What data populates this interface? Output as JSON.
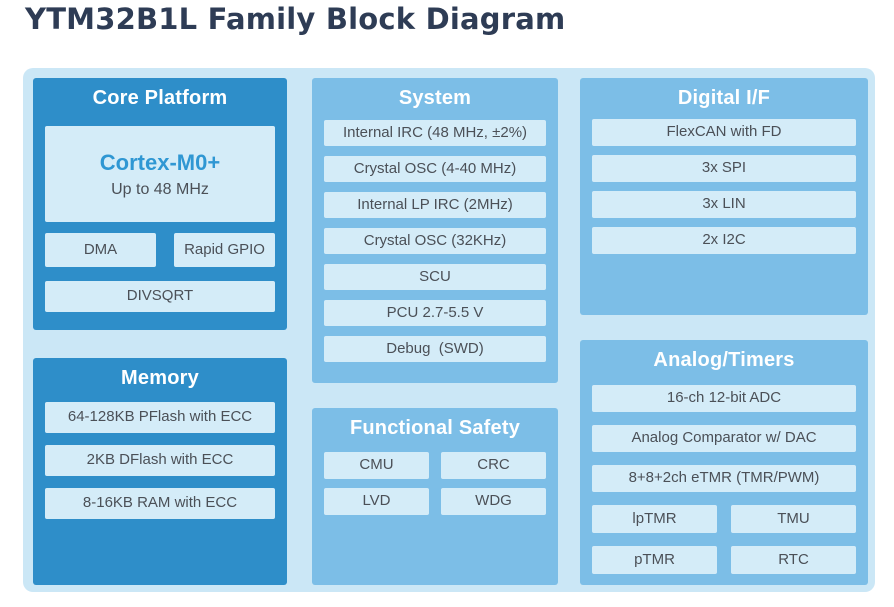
{
  "page": {
    "title": "YTM32B1L Family Block Diagram"
  },
  "colors": {
    "page_bg": "#ffffff",
    "board_bg": "#cbe7f6",
    "dark_panel": "#2e8ec9",
    "mid_panel": "#7cbee7",
    "item_bg": "#d4ecf8",
    "item_text": "#4b5057",
    "panel_title": "#ffffff",
    "heading_text": "#2e3c55",
    "cpu_accent": "#2f97d3"
  },
  "panels": {
    "core_platform": {
      "title": "Core Platform",
      "cpu_name": "Cortex-M0+",
      "cpu_subtitle": "Up to 48 MHz",
      "row_items": [
        "DMA",
        "Rapid GPIO"
      ],
      "full_items": [
        "DIVSQRT"
      ]
    },
    "memory": {
      "title": "Memory",
      "items": [
        "64-128KB PFlash with ECC",
        "2KB DFlash with ECC",
        "8-16KB RAM with ECC"
      ]
    },
    "system": {
      "title": "System",
      "items": [
        "Internal IRC (48 MHz, ±2%)",
        "Crystal OSC (4-40 MHz)",
        "Internal LP IRC (2MHz)",
        "Crystal OSC (32KHz)",
        "SCU",
        "PCU 2.7-5.5 V",
        "Debug  (SWD)"
      ]
    },
    "functional_safety": {
      "title": "Functional Safety",
      "grid_items": [
        "CMU",
        "CRC",
        "LVD",
        "WDG"
      ]
    },
    "digital_if": {
      "title": "Digital I/F",
      "items": [
        "FlexCAN with FD",
        "3x SPI",
        "3x LIN",
        "2x I2C"
      ]
    },
    "analog_timers": {
      "title": "Analog/Timers",
      "items": [
        "16-ch 12-bit ADC",
        "Analog Comparator w/ DAC",
        "8+8+2ch eTMR (TMR/PWM)"
      ],
      "grid_items": [
        "lpTMR",
        "TMU",
        "pTMR",
        "RTC"
      ]
    }
  }
}
